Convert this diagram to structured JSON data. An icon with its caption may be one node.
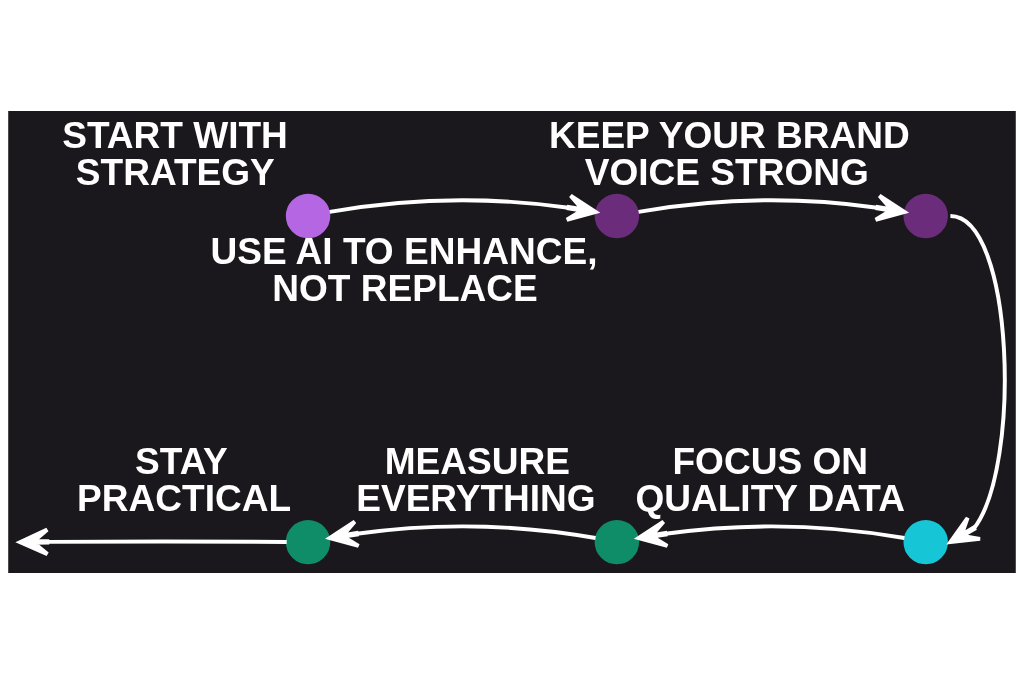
{
  "diagram": {
    "nodes": [
      {
        "text": [],
        "shape": "circle",
        "beside": [
          "START WITH STRATEGY"
        ]
      },
      {
        "text": [],
        "shape": "circle",
        "beside": [
          "USE AI TO ENHANCE, NOT REPLACE"
        ]
      },
      {
        "text": [],
        "shape": "circle",
        "beside": [
          "KEEP YOUR BRAND VOICE STRONG"
        ]
      },
      {
        "text": [],
        "shape": "circle",
        "beside": [
          "FOCUS ON QUALITY DATA"
        ]
      },
      {
        "text": [],
        "shape": "circle",
        "beside": [
          "MEASURE EVERYTHING"
        ]
      },
      {
        "text": [],
        "shape": "circle",
        "beside": [
          "STAY PRACTICAL"
        ]
      }
    ],
    "edges": [
      {
        "from": 0,
        "to": 1,
        "arrow": "to"
      },
      {
        "from": 1,
        "to": 2,
        "arrow": "to"
      },
      {
        "from": 2,
        "to": 3,
        "arrow": "to"
      },
      {
        "from": 3,
        "to": 4,
        "arrow": "to"
      },
      {
        "from": 4,
        "to": 5,
        "arrow": "to"
      },
      {
        "from": 5,
        "to": null,
        "arrow": "to"
      }
    ]
  }
}
